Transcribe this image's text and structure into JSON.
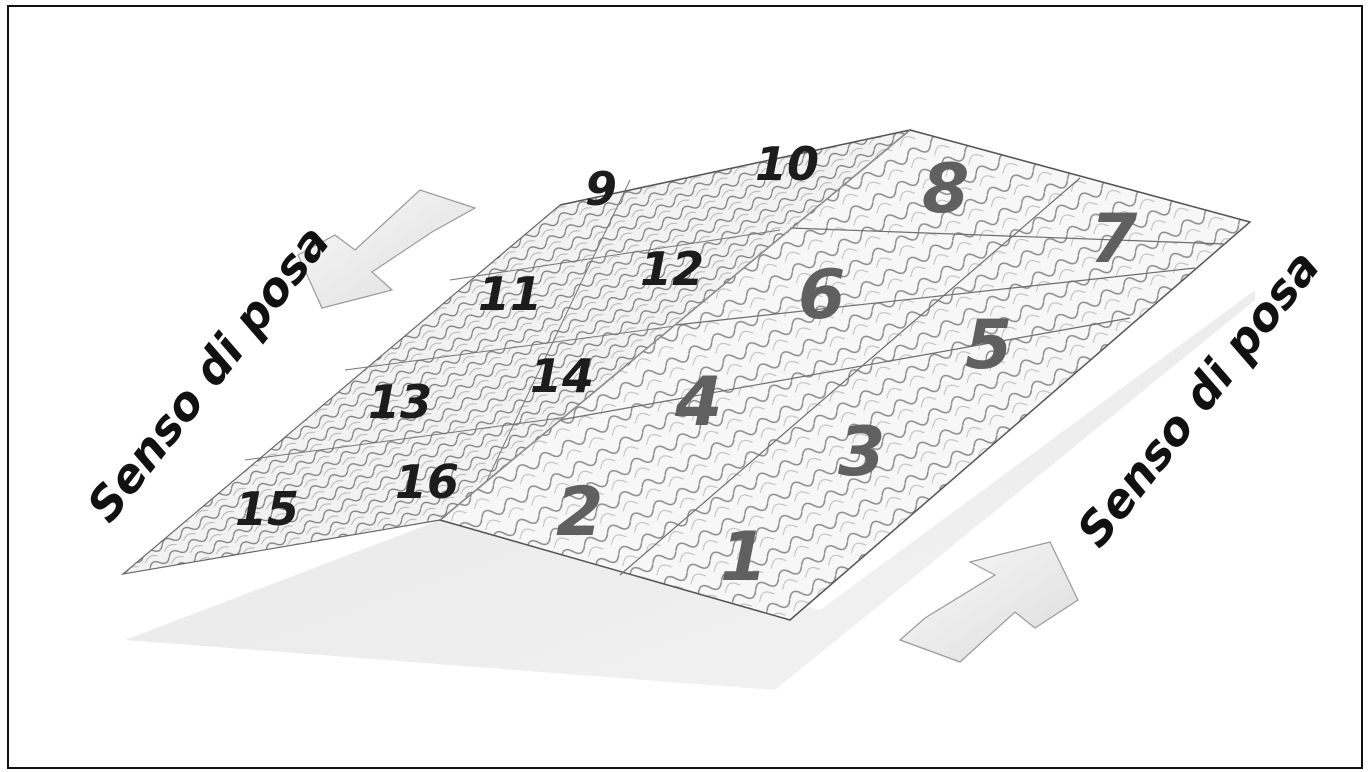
{
  "diagram": {
    "direction_label_left": "Senso di posa",
    "direction_label_right": "Senso di posa",
    "sheets_front_slope": [
      {
        "label": "1"
      },
      {
        "label": "2"
      },
      {
        "label": "3"
      },
      {
        "label": "4"
      },
      {
        "label": "5"
      },
      {
        "label": "6"
      },
      {
        "label": "7"
      },
      {
        "label": "8"
      }
    ],
    "sheets_back_slope": [
      {
        "label": "9"
      },
      {
        "label": "10"
      },
      {
        "label": "11"
      },
      {
        "label": "12"
      },
      {
        "label": "13"
      },
      {
        "label": "14"
      },
      {
        "label": "15"
      },
      {
        "label": "16"
      }
    ],
    "colors": {
      "frame": "#111111",
      "sheet_fill": "#f4f4f4",
      "corrugation": "#8a8a8a",
      "front_number": "#606060",
      "back_number": "#1c1c1c",
      "arrow_fill": "#eeeeee",
      "shadow": "#d9d9d9"
    }
  }
}
